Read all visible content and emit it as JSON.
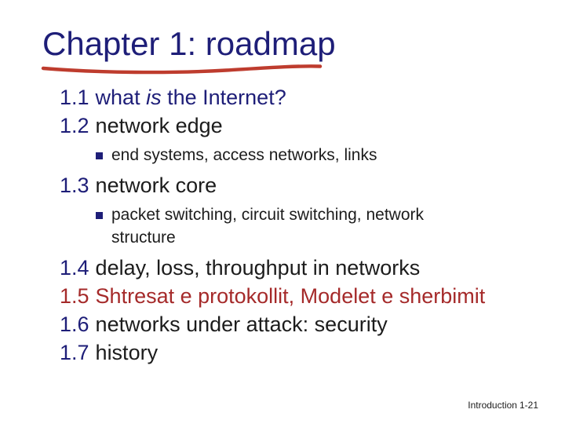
{
  "slide": {
    "title": "Chapter 1: roadmap",
    "colors": {
      "title_navy": "#1E1E78",
      "body_text": "#1C1C1C",
      "highlight_red": "#A52A2A",
      "underline_red": "#BE3C2E",
      "background": "#FFFFFF"
    },
    "icons": {
      "underline": "underline-swoosh-icon",
      "bullet": "square-bullet-icon"
    },
    "items": [
      {
        "number": "1.1",
        "pre": "what ",
        "italic": "is",
        "post": " the Internet?"
      },
      {
        "number": "1.2",
        "text": "network edge"
      },
      {
        "sub": true,
        "text": "end systems, access networks, links"
      },
      {
        "number": "1.3",
        "text": "network core"
      },
      {
        "sub": true,
        "text": "packet switching, circuit switching, network structure"
      },
      {
        "number": "1.4",
        "text": "delay, loss, throughput in networks"
      },
      {
        "number": "1.5",
        "text": "Shtresat e protokollit, Modelet e sherbimit"
      },
      {
        "number": "1.6",
        "text": "networks under attack: security"
      },
      {
        "number": "1.7",
        "text": "history"
      }
    ],
    "footer": {
      "section": "Introduction",
      "page": "1-21"
    }
  }
}
